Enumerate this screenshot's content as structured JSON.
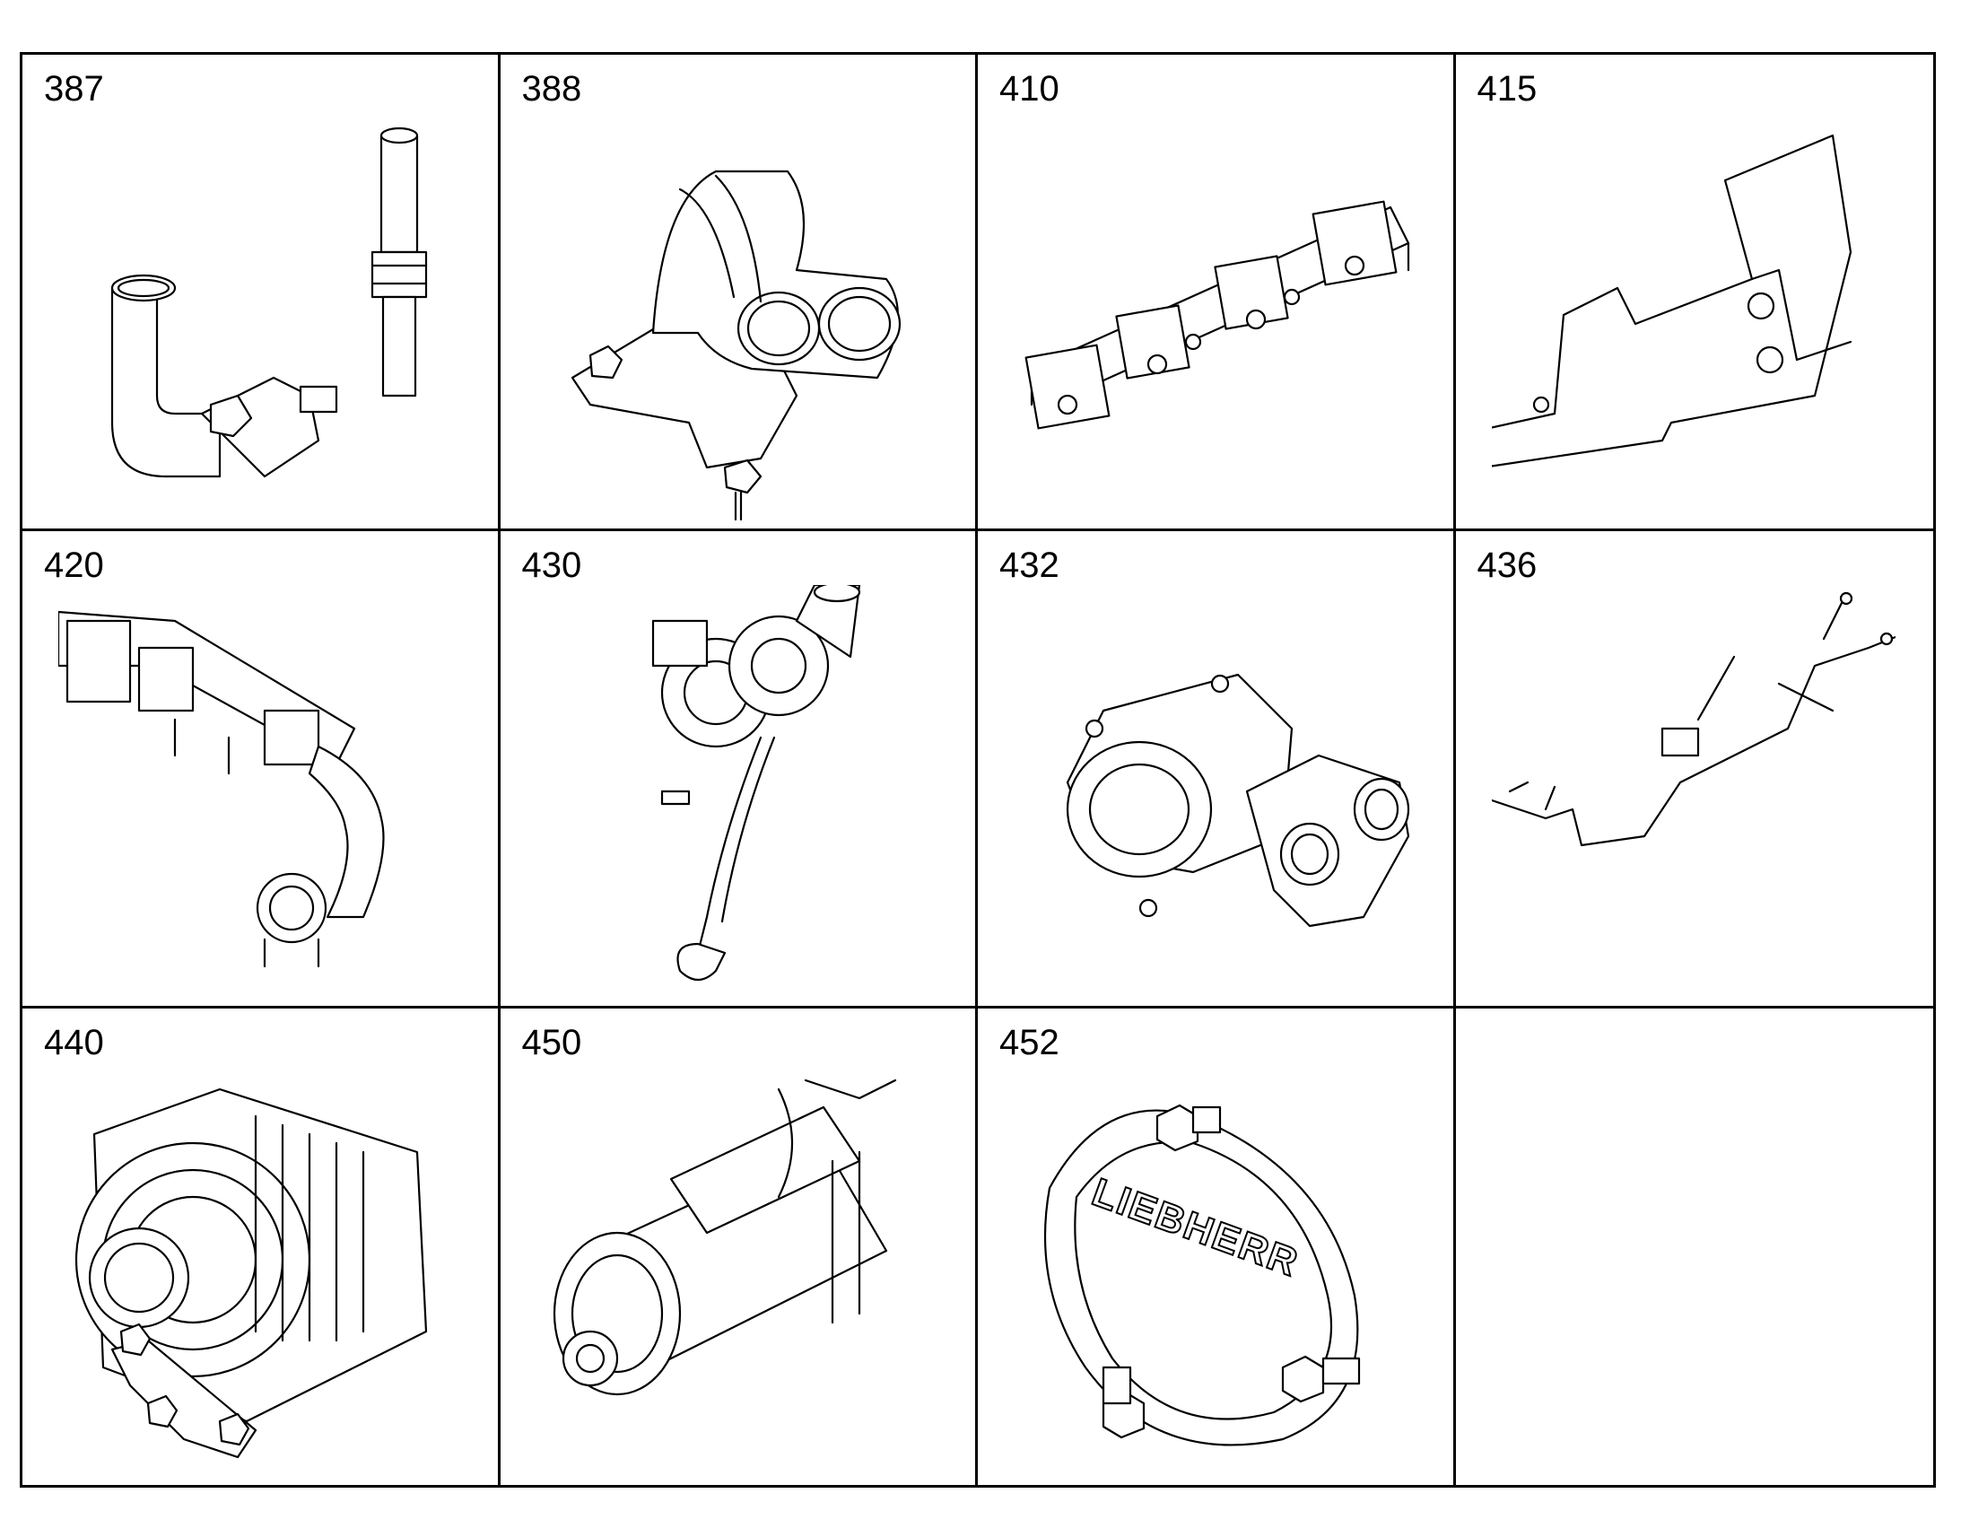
{
  "parts": [
    {
      "number": "387",
      "icon": "elbow-pipe-and-sensor-icon"
    },
    {
      "number": "388",
      "icon": "exhaust-manifold-icon"
    },
    {
      "number": "410",
      "icon": "intake-rail-icon"
    },
    {
      "number": "415",
      "icon": "heat-shield-icon"
    },
    {
      "number": "420",
      "icon": "egr-assembly-icon"
    },
    {
      "number": "430",
      "icon": "turbocharger-icon"
    },
    {
      "number": "432",
      "icon": "turbo-housing-icon"
    },
    {
      "number": "436",
      "icon": "wiring-harness-icon"
    },
    {
      "number": "440",
      "icon": "alternator-icon"
    },
    {
      "number": "450",
      "icon": "starter-motor-icon"
    },
    {
      "number": "452",
      "icon": "cover-plate-icon"
    },
    {
      "number": "",
      "icon": ""
    }
  ],
  "logo_text": "LIEBHERR"
}
